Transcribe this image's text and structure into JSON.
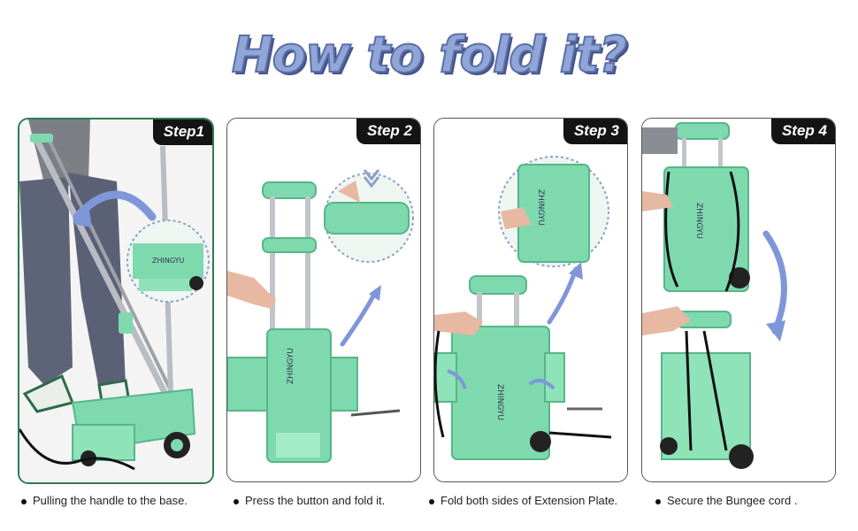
{
  "title": "How to fold it?",
  "brand_print": "ZHINGYU",
  "colors": {
    "title_fill": "#8fa6d6",
    "title_stroke": "#5d6fa8",
    "cart_green": "#7fd9ae",
    "arrow_blue": "#7f96d9",
    "tag_bg": "#141414"
  },
  "steps": [
    {
      "label": "Step1",
      "caption": "Pulling the handle to the base."
    },
    {
      "label": "Step 2",
      "caption": "Press the button and fold it."
    },
    {
      "label": "Step 3",
      "caption": "Fold both sides of Extension Plate."
    },
    {
      "label": "Step 4",
      "caption": "Secure the Bungee cord ."
    }
  ]
}
